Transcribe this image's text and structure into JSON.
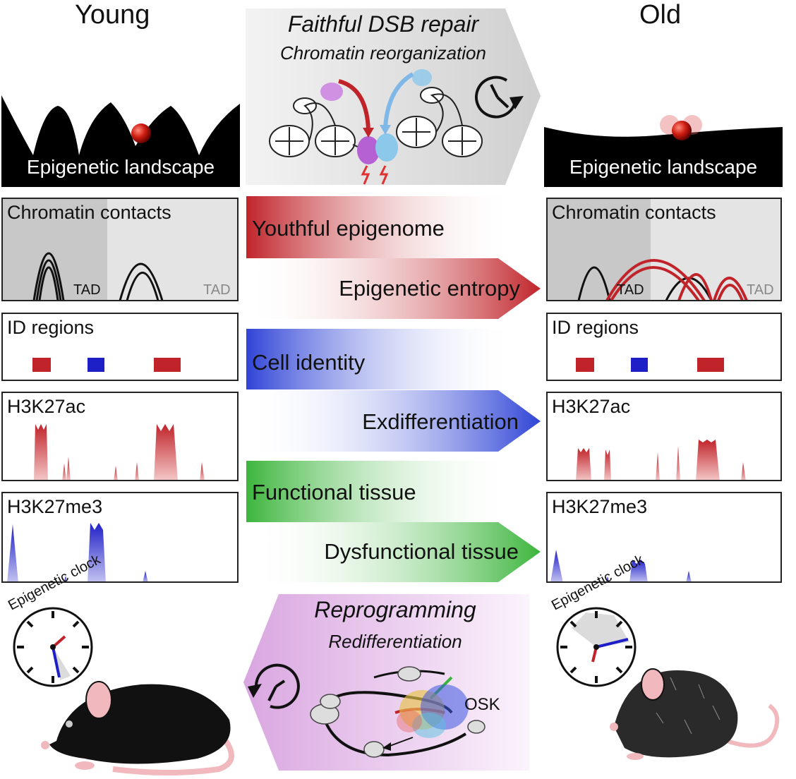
{
  "columns": {
    "young": "Young",
    "old": "Old"
  },
  "top_process": {
    "title": "Faithful DSB repair",
    "subtitle": "Chromatin reorganization"
  },
  "landscape_label": "Epigenetic landscape",
  "panels": {
    "chromatin": "Chromatin contacts",
    "tad": "TAD",
    "id_regions": "ID regions",
    "h3k27ac": "H3K27ac",
    "h3k27me3": "H3K27me3"
  },
  "bands": [
    {
      "text": "Youthful epigenome",
      "color": "#c0242a"
    },
    {
      "text": "Epigenetic entropy",
      "color": "#c0242a"
    },
    {
      "text": "Cell identity",
      "color": "#2f44d6"
    },
    {
      "text": "Exdifferentiation",
      "color": "#2f44d6"
    },
    {
      "text": "Functional tissue",
      "color": "#3cb53c"
    },
    {
      "text": "Dysfunctional tissue",
      "color": "#3cb53c"
    }
  ],
  "clock_label": "Epigenetic clock",
  "bottom_process": {
    "title": "Reprogramming",
    "subtitle": "Redifferentiation",
    "factor": "OSK"
  },
  "colors": {
    "red": "#c0242a",
    "blue": "#2f44d6",
    "navy": "#1f1fc8",
    "green": "#3cb53c",
    "pink": "#dcaee3"
  }
}
